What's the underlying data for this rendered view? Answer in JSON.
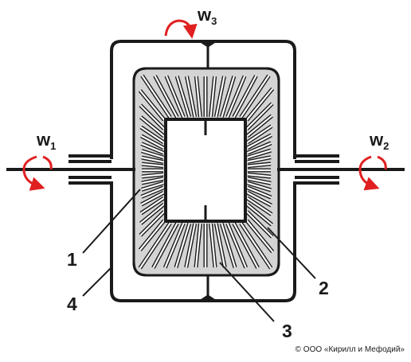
{
  "diagram": {
    "rotation_labels": [
      {
        "id": "w1",
        "base": "w",
        "sub": "1"
      },
      {
        "id": "w2",
        "base": "w",
        "sub": "2"
      },
      {
        "id": "w3",
        "base": "w",
        "sub": "3"
      }
    ],
    "part_labels": [
      "1",
      "2",
      "3",
      "4"
    ],
    "copyright": "© ООО «Кирилл и Мефодий»",
    "colors": {
      "outline": "#1a1a1a",
      "stator_fill": "#d4d4d4",
      "slot_fill": "#ffffff",
      "arrow": "#e02020",
      "background": "#ffffff"
    }
  }
}
